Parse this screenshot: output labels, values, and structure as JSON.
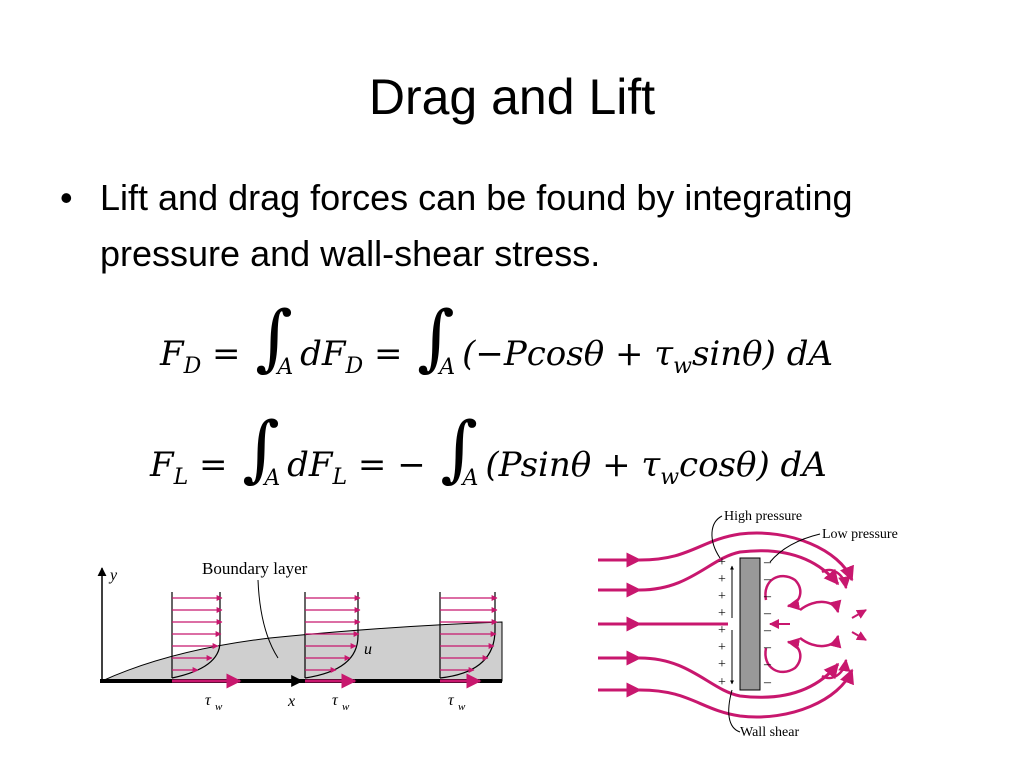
{
  "slide": {
    "title": "Drag and Lift",
    "bullet": "Lift and drag forces can be found by integrating pressure and wall-shear stress."
  },
  "equations": {
    "drag": {
      "lhs": "F",
      "lhs_sub": "D",
      "eq1": "=",
      "int1_sub": "A",
      "mid": "dF",
      "mid_sub": "D",
      "eq2": "=",
      "int2_sub": "A",
      "rhs_a": "(−Pcosθ + τ",
      "rhs_sub": "w",
      "rhs_b": "sinθ) dA"
    },
    "lift": {
      "lhs": "F",
      "lhs_sub": "L",
      "eq1": "=",
      "int1_sub": "A",
      "mid": "dF",
      "mid_sub": "L",
      "eq2": "= −",
      "int2_sub": "A",
      "rhs_a": "(Psinθ + τ",
      "rhs_sub": "w",
      "rhs_b": "cosθ) dA"
    }
  },
  "boundary_figure": {
    "axis_y": "y",
    "axis_x": "x",
    "label": "Boundary layer",
    "velocity": "u",
    "tau": "τ",
    "tau_sub": "w"
  },
  "plate_figure": {
    "high_pressure": "High pressure",
    "low_pressure": "Low pressure",
    "wall_shear": "Wall shear",
    "plus": "+",
    "minus": "–"
  },
  "colors": {
    "arrow": "#c8176e",
    "layer_fill": "#cfcfcf",
    "plate": "#999999"
  }
}
